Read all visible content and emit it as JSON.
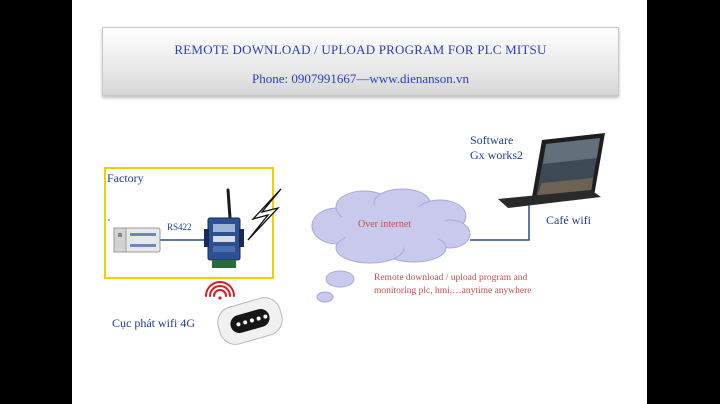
{
  "header": {
    "title": "REMOTE DOWNLOAD / UPLOAD PROGRAM FOR PLC MITSU",
    "phone": "Phone: 0907991667—www.dienanson.vn"
  },
  "factory": {
    "label": "Factory",
    "link_label": "RS422"
  },
  "cloud": {
    "label": "Over internet"
  },
  "laptop": {
    "software_line1": "Software",
    "software_line2": "Gx works2"
  },
  "cafe": {
    "label": "Café wifi"
  },
  "description": {
    "line1": "Remote download / upload program and",
    "line2": "monitoring plc, hmi,…anytime anywhere"
  },
  "wifi_device": {
    "label": "Cục phát wifi 4G"
  },
  "icons": [
    "plc-icon",
    "router-icon",
    "lightning-icon",
    "cloud-icon",
    "laptop-icon",
    "wifi-icon",
    "modem-icon"
  ],
  "colors": {
    "title": "#2a3fb6",
    "label": "#1f3a93",
    "accent_text": "#c0504d",
    "factory_border": "#f2d000",
    "cloud": "#c9c9ee"
  }
}
